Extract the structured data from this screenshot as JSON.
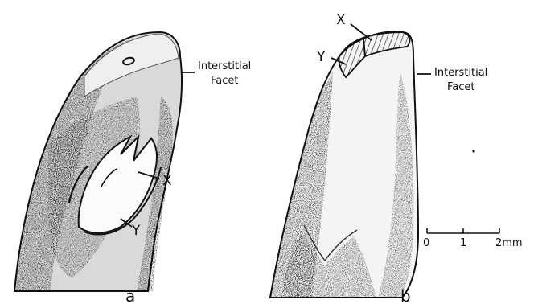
{
  "figure": {
    "panel_a": {
      "letter": "a",
      "facet_label_line1": "Interstitial",
      "facet_label_line2": "Facet",
      "label_x": "X",
      "label_y": "Y"
    },
    "panel_b": {
      "letter": "b",
      "facet_label_line1": "Interstitial",
      "facet_label_line2": "Facet",
      "label_x": "X",
      "label_y": "Y"
    },
    "scale_bar": {
      "ticks": [
        "0",
        "1",
        "2mm"
      ]
    }
  }
}
